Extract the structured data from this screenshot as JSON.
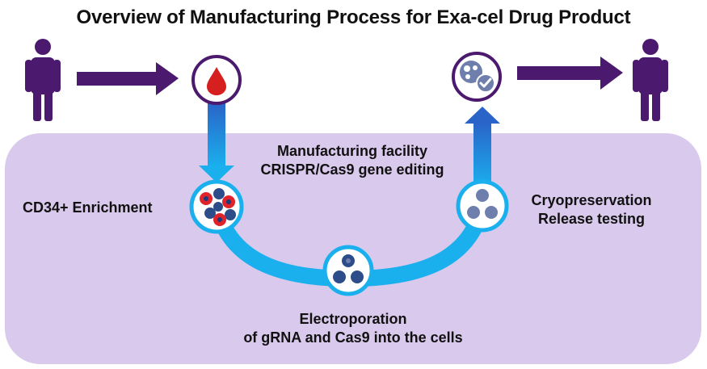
{
  "title": "Overview of Manufacturing Process for Exa-cel Drug Product",
  "labels": {
    "facility_line1": "Manufacturing facility",
    "facility_line2": "CRISPR/Cas9 gene editing",
    "enrichment": "CD34+ Enrichment",
    "cryo_line1": "Cryopreservation",
    "cryo_line2": "Release testing",
    "electro_line1": "Electroporation",
    "electro_line2": "of gRNA and Cas9 into the cells"
  },
  "colors": {
    "purple": "#4b1a6e",
    "panel": "#d9c9ec",
    "pipe": "#1ab0ee",
    "pipe_dark": "#2a64c8",
    "blood": "#d62020",
    "cell_dark": "#2d4d8a",
    "cell_light": "#6e7fae",
    "cell_red": "#e0222a"
  },
  "icons": [
    "person-icon",
    "blood-drop-icon",
    "cells-check-icon",
    "person-icon"
  ]
}
